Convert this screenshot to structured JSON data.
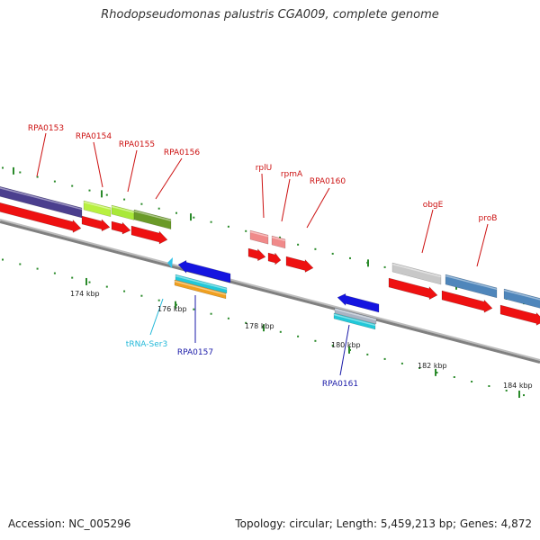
{
  "title": "Rhodopseudomonas palustris CGA009, complete genome",
  "footer": {
    "accession": "Accession: NC_005296",
    "summary": "Topology: circular; Length: 5,459,213 bp; Genes: 4,872"
  },
  "colors": {
    "backbone": "#808080",
    "tick": "#2a8a2a",
    "label_red": "#cc1111",
    "label_blue": "#1a1aa8",
    "label_cyan": "#22b8d8",
    "cds_red": "#ee1111",
    "cds_blue": "#1515e0"
  },
  "kbp_labels": [
    "174 kbp",
    "176 kbp",
    "178 kbp",
    "180 kbp",
    "182 kbp",
    "184 kbp"
  ],
  "features": [
    {
      "id": "RPA0153",
      "label": "RPA0153",
      "type": "CDS",
      "strand": "+",
      "color": "red"
    },
    {
      "id": "RPA0154",
      "label": "RPA0154",
      "type": "CDS",
      "strand": "+",
      "color": "red"
    },
    {
      "id": "RPA0155",
      "label": "RPA0155",
      "type": "CDS",
      "strand": "+",
      "color": "red"
    },
    {
      "id": "RPA0156",
      "label": "RPA0156",
      "type": "CDS",
      "strand": "+",
      "color": "red"
    },
    {
      "id": "rplU",
      "label": "rplU",
      "type": "CDS",
      "strand": "+",
      "color": "red"
    },
    {
      "id": "rpmA",
      "label": "rpmA",
      "type": "CDS",
      "strand": "+",
      "color": "red"
    },
    {
      "id": "RPA0160",
      "label": "RPA0160",
      "type": "CDS",
      "strand": "+",
      "color": "red"
    },
    {
      "id": "obgE",
      "label": "obgE",
      "type": "CDS",
      "strand": "+",
      "color": "red"
    },
    {
      "id": "proB",
      "label": "proB",
      "type": "CDS",
      "strand": "+",
      "color": "red"
    },
    {
      "id": "tRNA-Ser3",
      "label": "tRNA-Ser3",
      "type": "tRNA",
      "strand": "-",
      "color": "cyan"
    },
    {
      "id": "RPA0157",
      "label": "RPA0157",
      "type": "CDS",
      "strand": "-",
      "color": "blue"
    },
    {
      "id": "RPA0161",
      "label": "RPA0161",
      "type": "CDS",
      "strand": "-",
      "color": "blue"
    }
  ]
}
